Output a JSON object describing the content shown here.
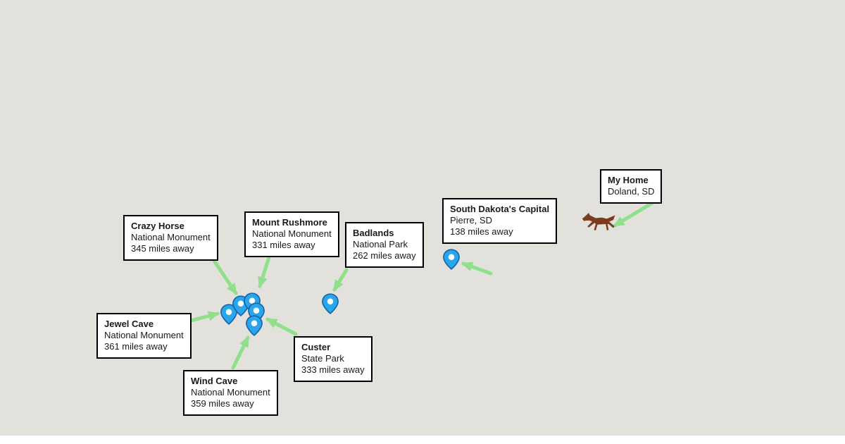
{
  "canvas": {
    "description": "Map infographic of South Dakota destinations with distances from home",
    "background": "#e3e1dc"
  },
  "colors": {
    "arrow_green": "#8fe08b",
    "pin_blue": "#2ba6ea",
    "pin_outline": "#1565a8",
    "pin_hole": "#ffffff",
    "horse_brown": "#7c3a21",
    "label_bg": "#ffffff",
    "label_border": "#000000"
  },
  "icons": {
    "horse": "horse-icon (brown silhouette marking My Home)",
    "pin": "map-pin-icon (blue location pin with white dot)"
  },
  "labels": [
    {
      "id": "crazy-horse",
      "title": "Crazy Horse",
      "lines": [
        "National Monument",
        "345 miles away"
      ]
    },
    {
      "id": "mount-rushmore",
      "title": "Mount Rushmore",
      "lines": [
        "National Monument",
        "331 miles away"
      ]
    },
    {
      "id": "badlands",
      "title": "Badlands",
      "lines": [
        "National Park",
        "262 miles away"
      ]
    },
    {
      "id": "capital",
      "title": "South Dakota's Capital",
      "lines": [
        "Pierre, SD",
        "138 miles away"
      ]
    },
    {
      "id": "my-home",
      "title": "My Home",
      "lines": [
        "Doland, SD"
      ]
    },
    {
      "id": "jewel-cave",
      "title": "Jewel Cave",
      "lines": [
        "National Monument",
        "361 miles away"
      ]
    },
    {
      "id": "wind-cave",
      "title": "Wind Cave",
      "lines": [
        "National Monument",
        "359 miles away"
      ]
    },
    {
      "id": "custer",
      "title": "Custer",
      "lines": [
        "State Park",
        "333 miles away"
      ]
    }
  ]
}
